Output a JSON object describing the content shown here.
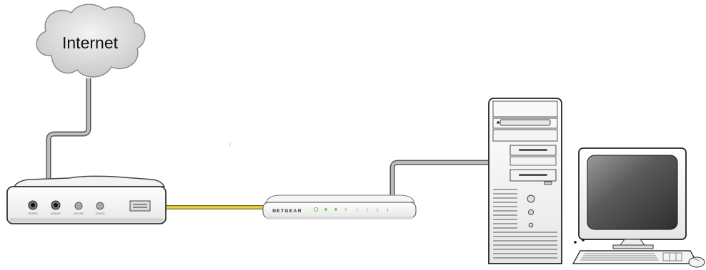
{
  "cloud": {
    "label": "Internet"
  },
  "router": {
    "brand": "NETGEAR",
    "port_labels": [
      "1",
      "2",
      "3",
      "4"
    ]
  },
  "modem": {
    "port_labels": [
      "XXXXX",
      "XXXXX",
      "XXXXX",
      "XXXXX"
    ]
  },
  "colors": {
    "cable_gray": "#8a8a8a",
    "cable_yellow": "#e8d34a",
    "led_green": "#7ecb6a",
    "cloud_fill": "#d9d9d9"
  }
}
